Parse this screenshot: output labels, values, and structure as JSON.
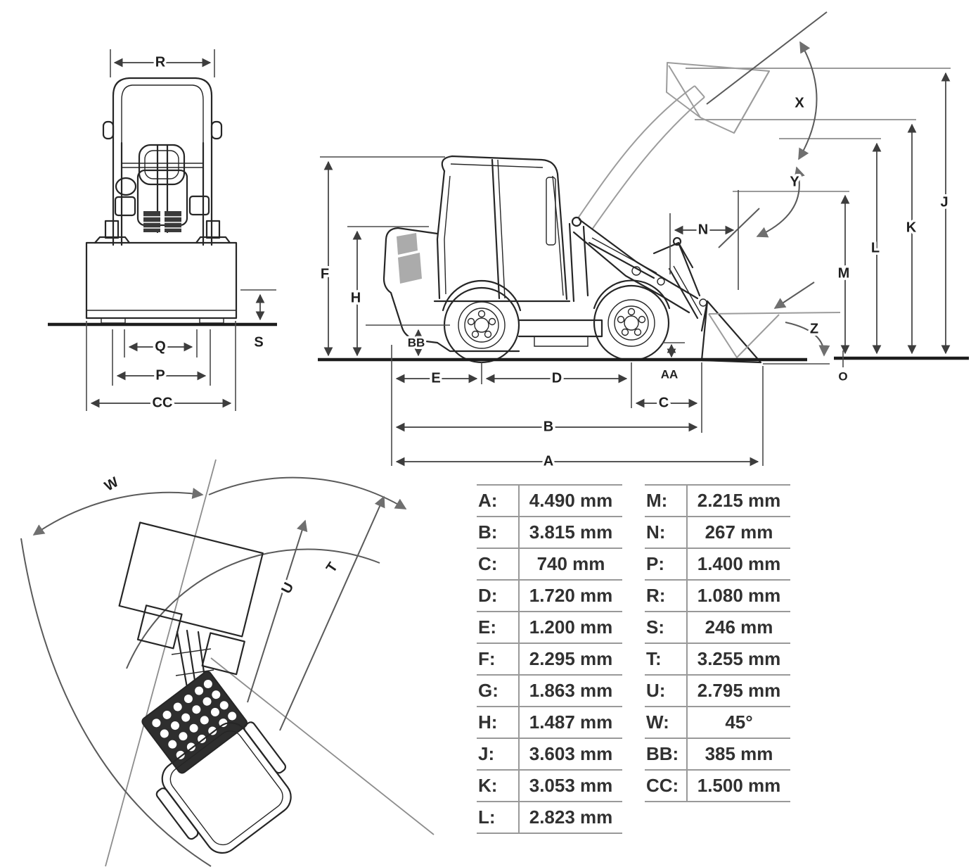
{
  "figure": {
    "type": "wheel-loader-dimension-diagram",
    "views": [
      "front-view",
      "side-view",
      "turning-radius-top-view"
    ]
  },
  "labels": {
    "front": {
      "r": "R",
      "s": "S",
      "q": "Q",
      "p": "P",
      "cc": "CC"
    },
    "side": {
      "f": "F",
      "h": "H",
      "bb": "BB",
      "e": "E",
      "d": "D",
      "c": "C",
      "b": "B",
      "a": "A",
      "n": "N",
      "aa": "AA",
      "x": "X",
      "y": "Y",
      "z": "Z",
      "j": "J",
      "k": "K",
      "l": "L",
      "m": "M",
      "o": "O"
    },
    "top": {
      "w": "W",
      "u": "U",
      "t": "T"
    }
  },
  "table": {
    "left_rows": [
      {
        "label": "A:",
        "value": "4.490 mm"
      },
      {
        "label": "B:",
        "value": "3.815 mm"
      },
      {
        "label": "C:",
        "value": "740 mm"
      },
      {
        "label": "D:",
        "value": "1.720 mm"
      },
      {
        "label": "E:",
        "value": "1.200 mm"
      },
      {
        "label": "F:",
        "value": "2.295 mm"
      },
      {
        "label": "G:",
        "value": "1.863 mm"
      },
      {
        "label": "H:",
        "value": "1.487 mm"
      },
      {
        "label": "J:",
        "value": "3.603 mm"
      },
      {
        "label": "K:",
        "value": "3.053 mm"
      },
      {
        "label": "L:",
        "value": "2.823 mm"
      }
    ],
    "right_rows": [
      {
        "label": "M:",
        "value": "2.215 mm"
      },
      {
        "label": "N:",
        "value": "267 mm"
      },
      {
        "label": "P:",
        "value": "1.400 mm"
      },
      {
        "label": "R:",
        "value": "1.080 mm"
      },
      {
        "label": "S:",
        "value": "246 mm"
      },
      {
        "label": "T:",
        "value": "3.255 mm"
      },
      {
        "label": "U:",
        "value": "2.795 mm"
      },
      {
        "label": "W:",
        "value": "45°"
      },
      {
        "label": "BB:",
        "value": "385 mm"
      },
      {
        "label": "CC:",
        "value": "1.500 mm"
      }
    ]
  },
  "colors": {
    "line_art": "#262626",
    "dimension_lines": "#3d3d3d",
    "ghost_lines": "#9c9c9c",
    "reference_lines": "#8d8d8d",
    "table_border": "#999999",
    "table_text": "#313131",
    "vent_fill": "#ababab",
    "grille_fill": "#2e2e2e",
    "background": "#ffffff"
  }
}
